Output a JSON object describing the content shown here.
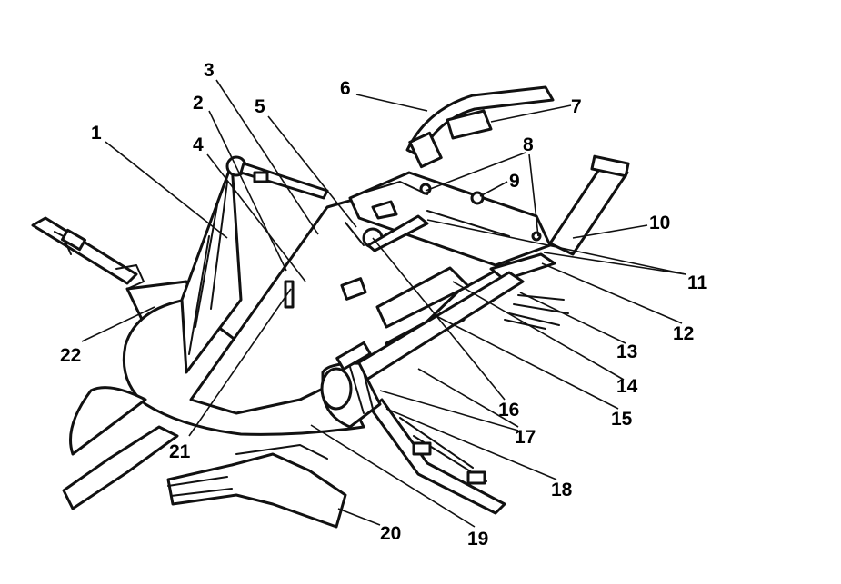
{
  "callouts": [
    {
      "id": "c1",
      "text": "1"
    },
    {
      "id": "c2",
      "text": "2"
    },
    {
      "id": "c3",
      "text": "3"
    },
    {
      "id": "c4",
      "text": "4"
    },
    {
      "id": "c5",
      "text": "5"
    },
    {
      "id": "c6",
      "text": "6"
    },
    {
      "id": "c7",
      "text": "7"
    },
    {
      "id": "c8",
      "text": "8"
    },
    {
      "id": "c9",
      "text": "9"
    },
    {
      "id": "c10",
      "text": "10"
    },
    {
      "id": "c11",
      "text": "11"
    },
    {
      "id": "c12",
      "text": "12"
    },
    {
      "id": "c13",
      "text": "13"
    },
    {
      "id": "c14",
      "text": "14"
    },
    {
      "id": "c15",
      "text": "15"
    },
    {
      "id": "c16",
      "text": "16"
    },
    {
      "id": "c17",
      "text": "17"
    },
    {
      "id": "c18",
      "text": "18"
    },
    {
      "id": "c19",
      "text": "19"
    },
    {
      "id": "c20",
      "text": "20"
    },
    {
      "id": "c21",
      "text": "21"
    },
    {
      "id": "c22",
      "text": "22"
    }
  ]
}
